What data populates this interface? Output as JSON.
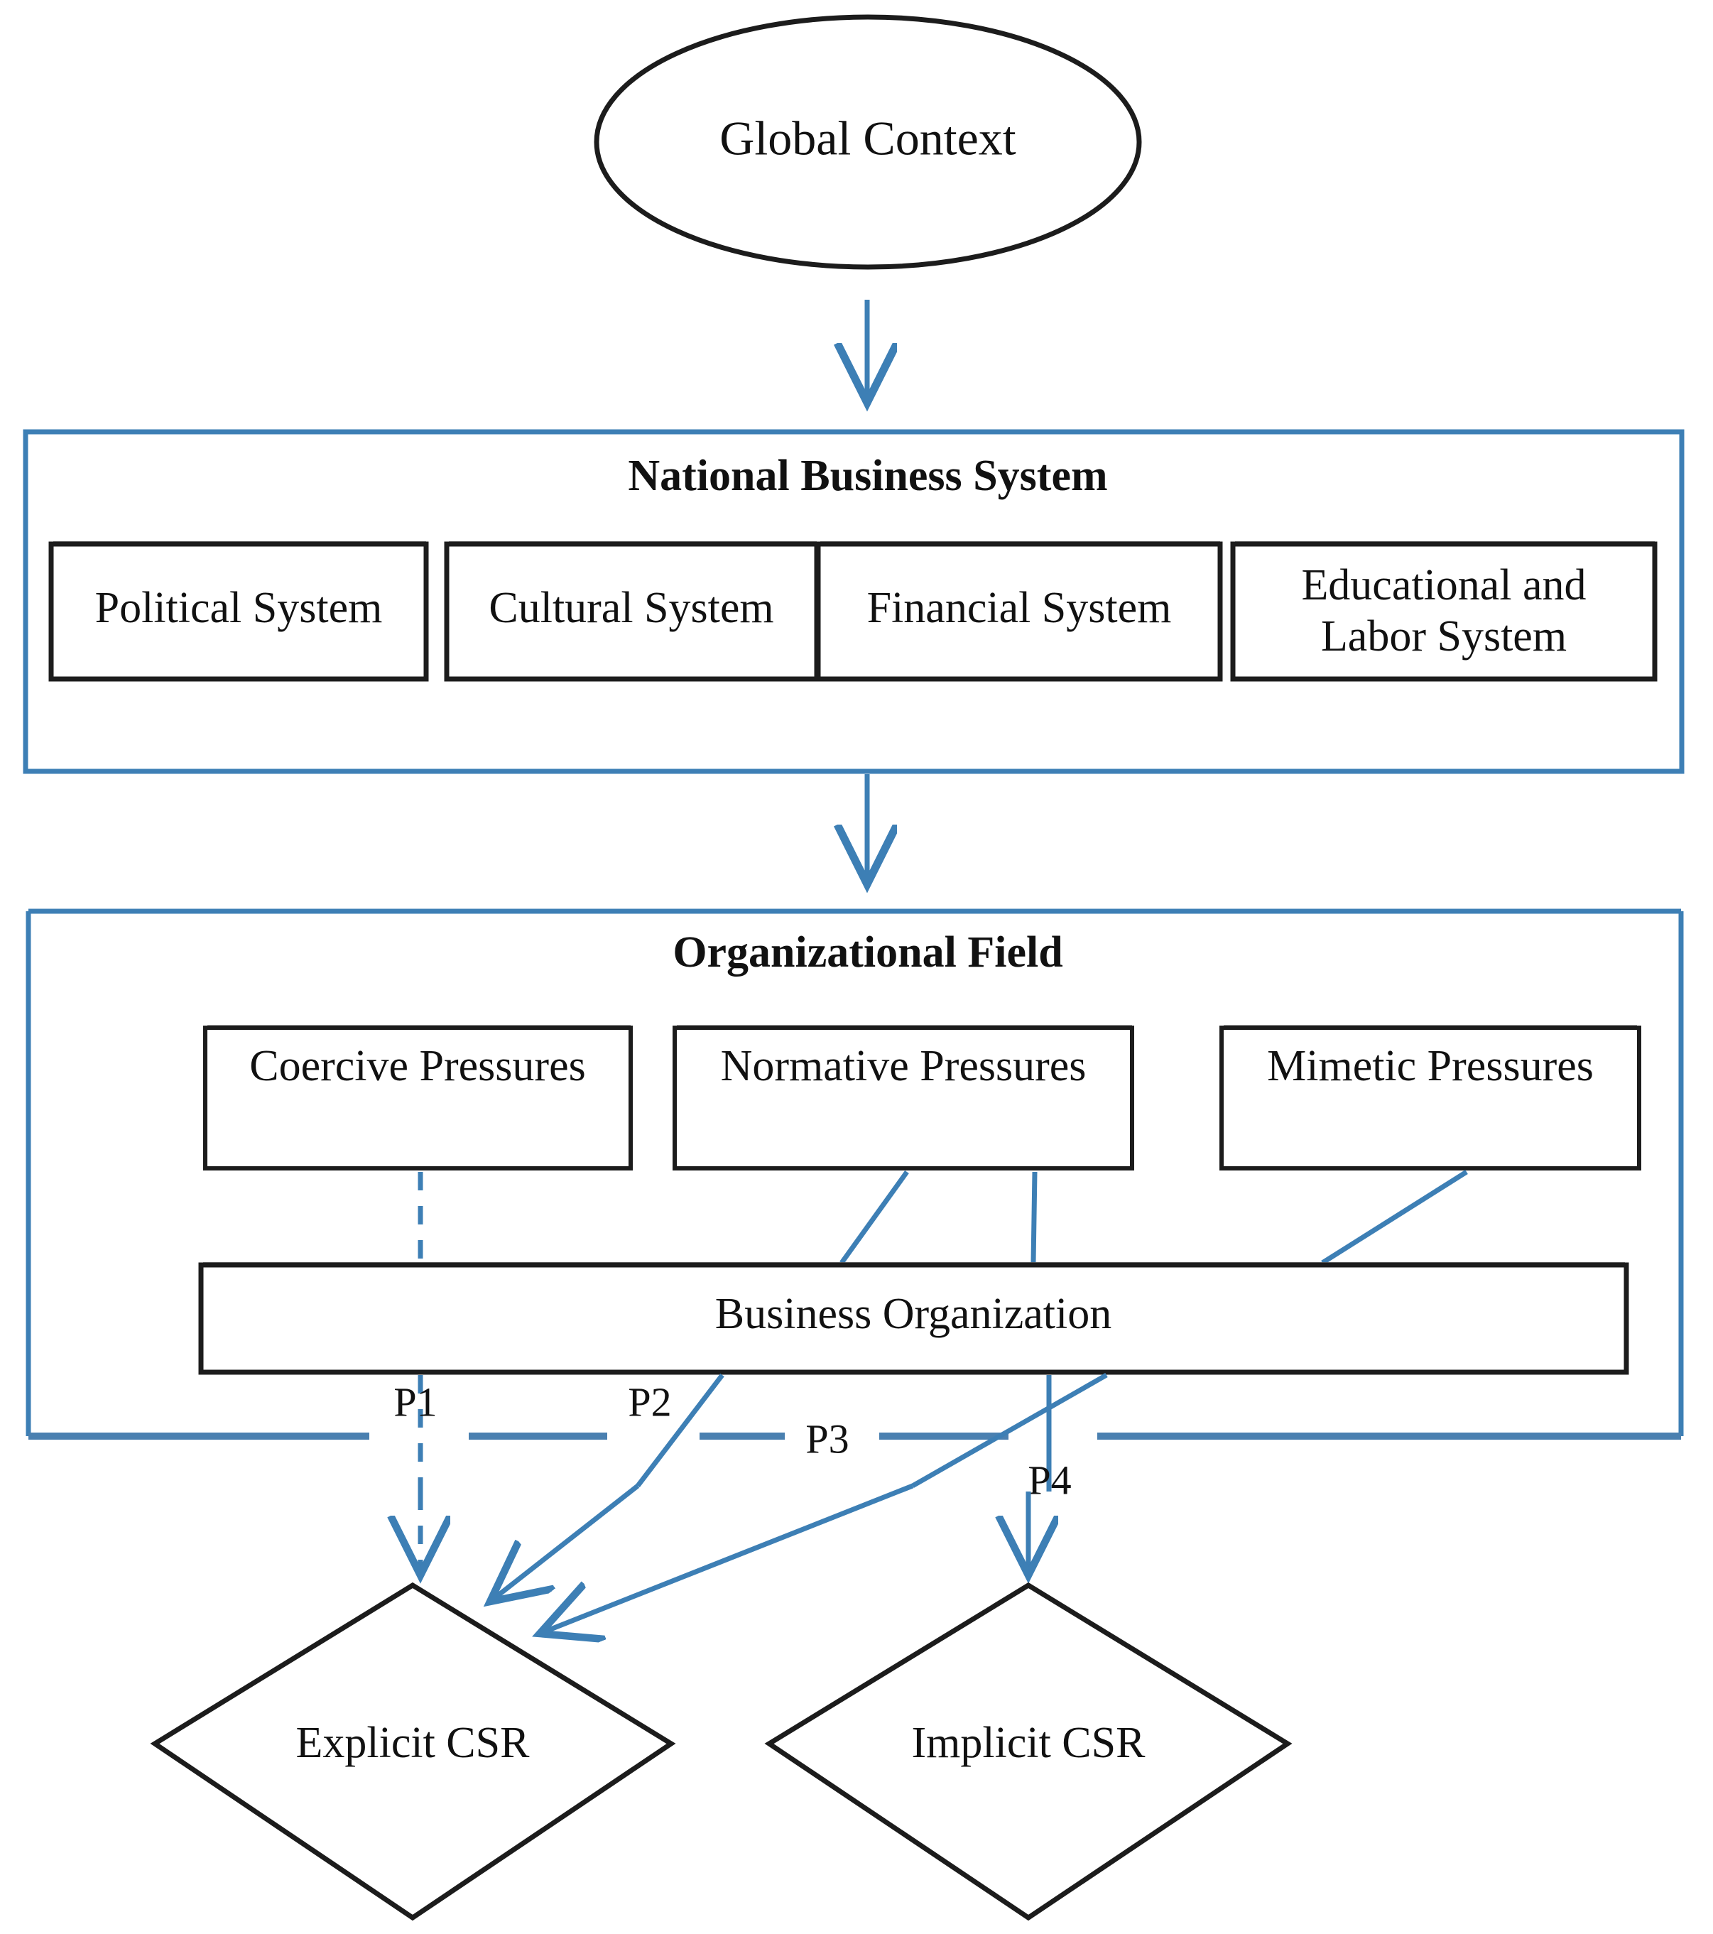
{
  "diagram": {
    "title": "Institutional model of explicit and implicit CSR",
    "type": "flow-diagram",
    "accent_color": "#3d7fb5",
    "outline_color": "#1c1c1c",
    "background": "#ffffff"
  },
  "global_context": {
    "label": "Global Context",
    "shape": "ellipse"
  },
  "national_business_system": {
    "title": "National Business System",
    "shape": "container",
    "subsystems": [
      {
        "label": "Political System"
      },
      {
        "label": "Cultural System"
      },
      {
        "label": "Financial System"
      },
      {
        "label": "Educational and\nLabor System"
      }
    ]
  },
  "organizational_field": {
    "title": "Organizational Field",
    "shape": "container",
    "pressures": [
      {
        "label": "Coercive Pressures"
      },
      {
        "label": "Normative Pressures"
      },
      {
        "label": "Mimetic Pressures"
      }
    ],
    "organization": {
      "label": "Business Organization"
    }
  },
  "propositions": [
    {
      "label": "P1"
    },
    {
      "label": "P2"
    },
    {
      "label": "P3"
    },
    {
      "label": "P4"
    }
  ],
  "outcomes": [
    {
      "label": "Explicit CSR",
      "shape": "diamond"
    },
    {
      "label": "Implicit CSR",
      "shape": "diamond"
    }
  ],
  "arrows": {
    "global_to_nbs": "arrow-down",
    "nbs_to_of": "arrow-down",
    "p1_to_explicit": "dashed-arrow-down",
    "p2_to_explicit": "arrow-diagonal",
    "p3_to_explicit": "arrow-diagonal",
    "p4_to_implicit": "arrow-down"
  }
}
